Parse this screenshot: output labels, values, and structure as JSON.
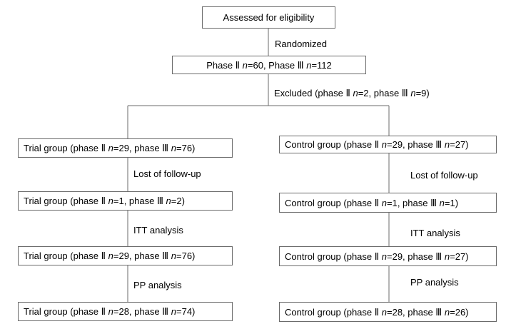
{
  "top_box": {
    "text": "Assessed for eligibility"
  },
  "randomized_label": "Randomized",
  "randomized_box": {
    "a": "Phase Ⅱ ",
    "n1": "n",
    "b": "=60, Phase Ⅲ ",
    "n2": "n",
    "c": "=112"
  },
  "excluded_label": {
    "a": "Excluded (phase Ⅱ ",
    "n1": "n",
    "b": "=2, phase Ⅲ ",
    "n2": "n",
    "c": "=9)"
  },
  "trial": {
    "boxes": [
      {
        "a": "Trial group (phase Ⅱ ",
        "n1": "n",
        "b": "=29, phase Ⅲ ",
        "n2": "n",
        "c": "=76)"
      },
      {
        "a": "Trial group (phase Ⅱ ",
        "n1": "n",
        "b": "=1, phase Ⅲ ",
        "n2": "n",
        "c": "=2)"
      },
      {
        "a": "Trial group (phase Ⅱ ",
        "n1": "n",
        "b": "=29, phase Ⅲ ",
        "n2": "n",
        "c": "=76)"
      },
      {
        "a": "Trial group (phase Ⅱ ",
        "n1": "n",
        "b": "=28, phase Ⅲ ",
        "n2": "n",
        "c": "=74)"
      }
    ],
    "labels": [
      "Lost of follow-up",
      "ITT analysis",
      "PP analysis"
    ]
  },
  "control": {
    "boxes": [
      {
        "a": "Control group (phase Ⅱ ",
        "n1": "n",
        "b": "=29, phase Ⅲ ",
        "n2": "n",
        "c": "=27)"
      },
      {
        "a": "Control group (phase Ⅱ ",
        "n1": "n",
        "b": "=1, phase Ⅲ ",
        "n2": "n",
        "c": "=1)"
      },
      {
        "a": "Control group (phase Ⅱ ",
        "n1": "n",
        "b": "=29, phase Ⅲ ",
        "n2": "n",
        "c": "=27)"
      },
      {
        "a": "Control group (phase Ⅱ ",
        "n1": "n",
        "b": "=28, phase Ⅲ ",
        "n2": "n",
        "c": "=26)"
      }
    ],
    "labels": [
      "Lost of follow-up",
      "ITT analysis",
      "PP analysis"
    ]
  }
}
